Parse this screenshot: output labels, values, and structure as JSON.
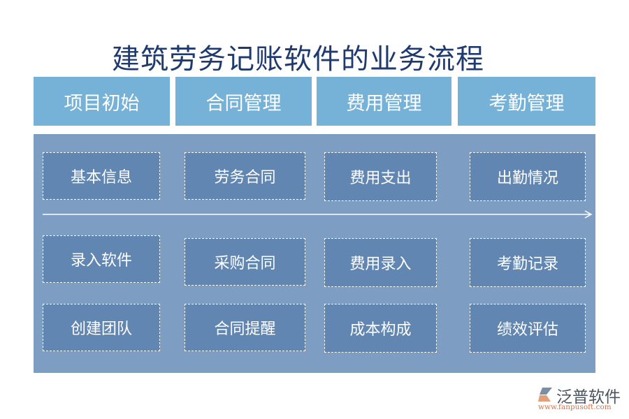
{
  "title": "建筑劳务记账软件的业务流程",
  "colors": {
    "title": "#1f3a6e",
    "header_bg": "#76b2d8",
    "panel_bg": "#7d9dc3",
    "box_bg": "#6286b2",
    "text_light": "#ffffff",
    "logo_accent": "#d2744a"
  },
  "columns": [
    {
      "header": "项目初始",
      "items": [
        "基本信息",
        "录入软件",
        "创建团队"
      ]
    },
    {
      "header": "合同管理",
      "items": [
        "劳务合同",
        "采购合同",
        "合同提醒"
      ]
    },
    {
      "header": "费用管理",
      "items": [
        "费用支出",
        "费用录入",
        "成本构成"
      ]
    },
    {
      "header": "考勤管理",
      "items": [
        "出勤情况",
        "考勤记录",
        "绩效评估"
      ]
    }
  ],
  "logo": {
    "name": "泛普软件",
    "url": "www.fanpusoft.com",
    "icon": "fanpu-logo-icon"
  }
}
